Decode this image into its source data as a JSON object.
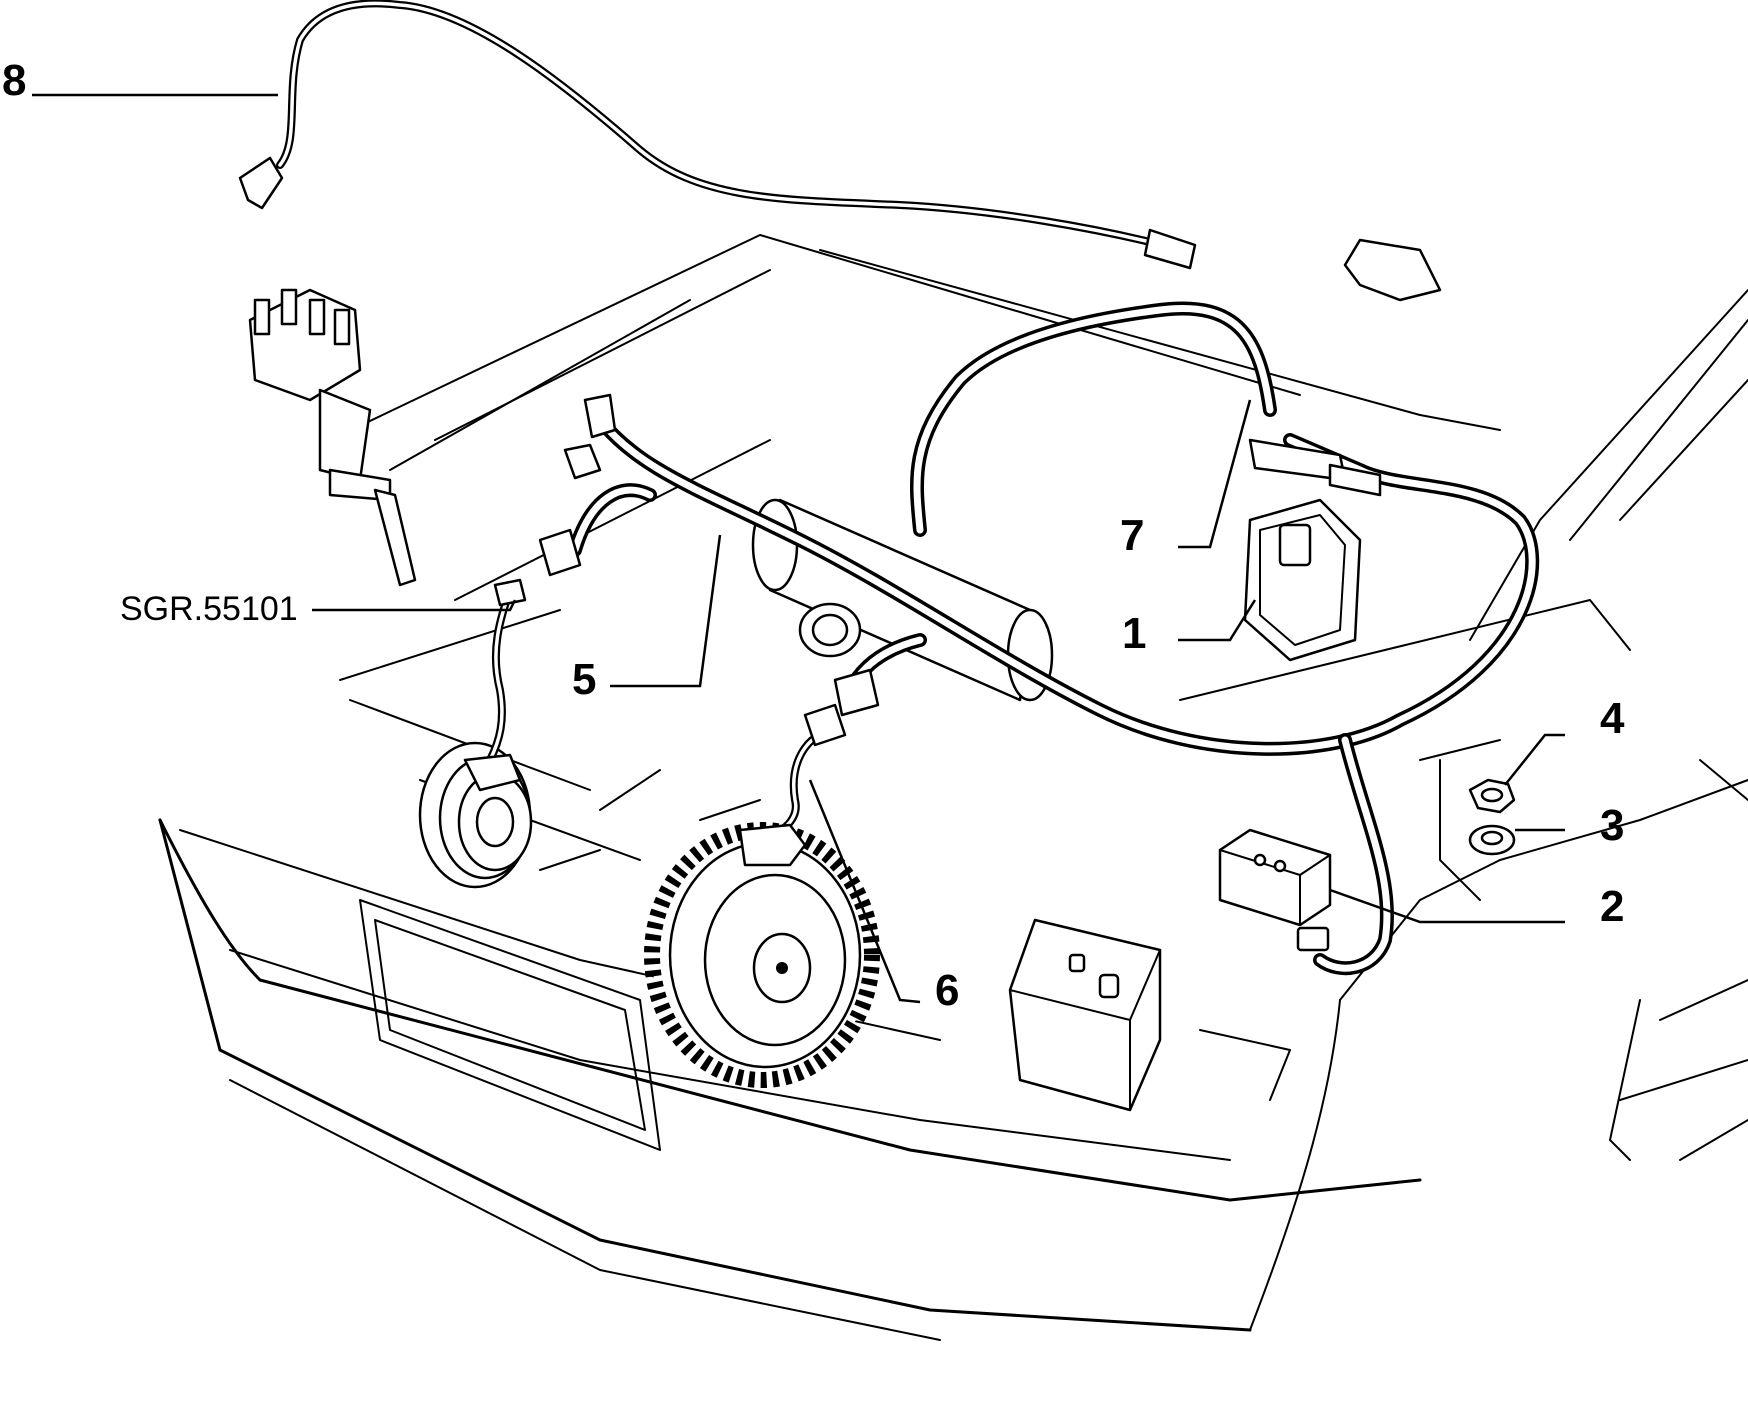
{
  "callouts": {
    "c1": "1",
    "c2": "2",
    "c3": "3",
    "c4": "4",
    "c5": "5",
    "c6": "6",
    "c7": "7",
    "c8": "8"
  },
  "reference_label": "SGR.55101"
}
